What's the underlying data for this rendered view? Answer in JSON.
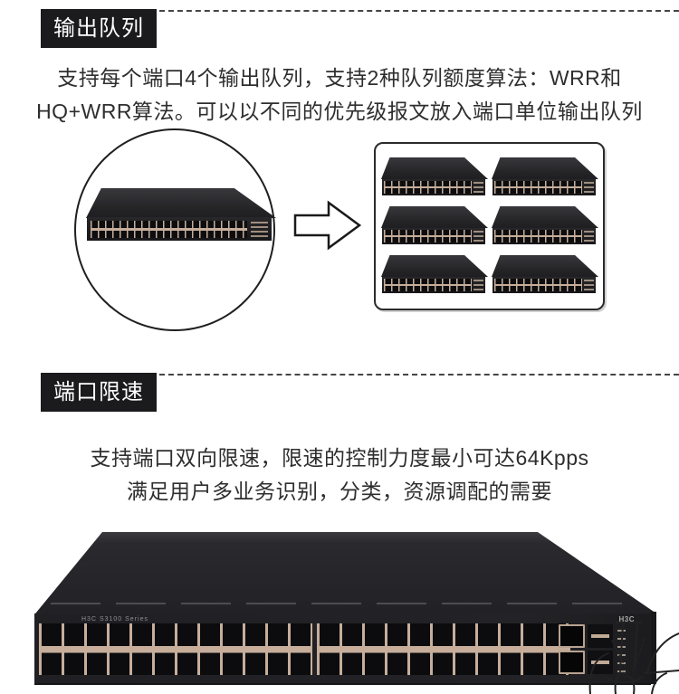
{
  "sections": [
    {
      "label": "输出队列",
      "lines": [
        "支持每个端口4个输出队列，支持2种队列额度算法：WRR和",
        "HQ+WRR算法。可以以不同的优先级报文放入端口单位输出队列"
      ]
    },
    {
      "label": "端口限速",
      "lines": [
        "支持端口双向限速，限速的控制力度最小可达64Kpps",
        "满足用户多业务识别，分类，资源调配的需要"
      ]
    }
  ],
  "illustration": {
    "source_switch_count": 1,
    "box_switch_count": 6,
    "arrow_icon": "block-arrow-right-icon"
  },
  "device": {
    "faceplate_text": "H3C S3100 Series",
    "brand_logo": "H3C"
  },
  "colors": {
    "label_bg": "#1b1b1d",
    "body_text": "#2e2e2e",
    "dash": "#454545",
    "chassis": "#232327",
    "port_frame": "#c6ae9b"
  }
}
